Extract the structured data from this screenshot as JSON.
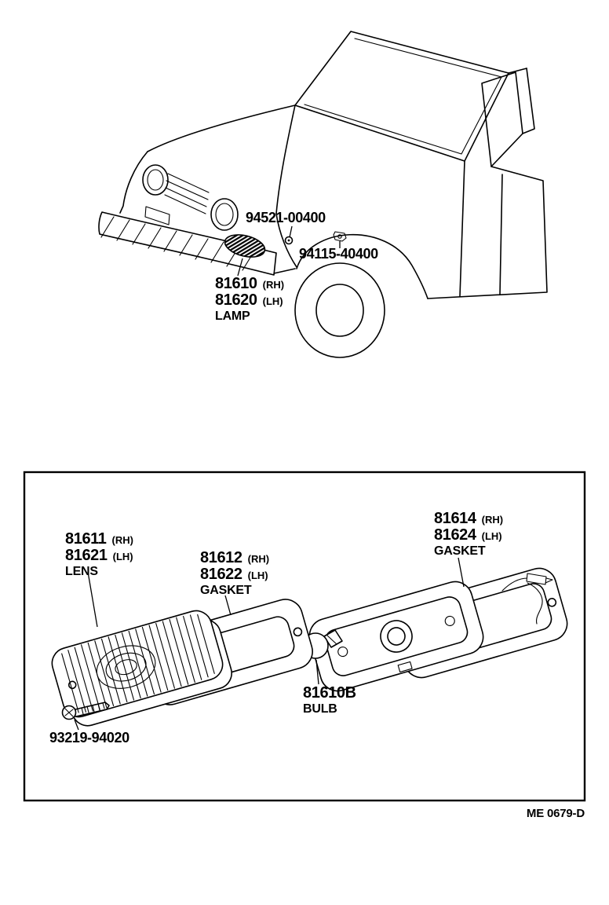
{
  "footer": {
    "code": "ME 0679-D"
  },
  "colors": {
    "ink": "#000000",
    "paper": "#ffffff"
  },
  "vehicle_view": {
    "screw": {
      "number": "94521-00400"
    },
    "nut": {
      "number": "94115-40400"
    },
    "lamp": {
      "rh_number": "81610",
      "rh_side": "(RH)",
      "lh_number": "81620",
      "lh_side": "(LH)",
      "name": "LAMP"
    }
  },
  "exploded_view": {
    "lens": {
      "rh_number": "81611",
      "rh_side": "(RH)",
      "lh_number": "81621",
      "lh_side": "(LH)",
      "name": "LENS"
    },
    "gasket_front": {
      "rh_number": "81612",
      "rh_side": "(RH)",
      "lh_number": "81622",
      "lh_side": "(LH)",
      "name": "GASKET"
    },
    "gasket_rear": {
      "rh_number": "81614",
      "rh_side": "(RH)",
      "lh_number": "81624",
      "lh_side": "(LH)",
      "name": "GASKET"
    },
    "bulb": {
      "number": "81610B",
      "name": "BULB"
    },
    "screw": {
      "number": "93219-94020"
    }
  }
}
